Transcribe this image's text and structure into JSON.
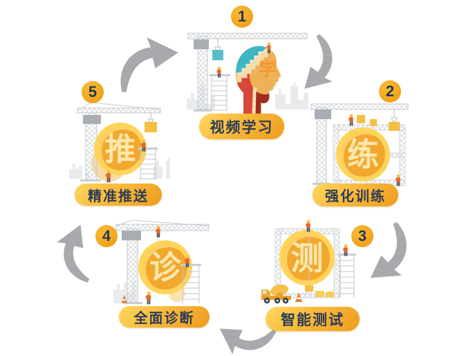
{
  "diagram": {
    "steps": [
      {
        "number": "1",
        "label": "视频学习",
        "coin_char": "学"
      },
      {
        "number": "2",
        "label": "强化训练",
        "coin_char": "练"
      },
      {
        "number": "3",
        "label": "智能测试",
        "coin_char": "测"
      },
      {
        "number": "4",
        "label": "全面诊断",
        "coin_char": "诊"
      },
      {
        "number": "5",
        "label": "精准推送",
        "coin_char": "推"
      }
    ],
    "colors": {
      "badge_orange": "#F2A51F",
      "number_navy": "#273852",
      "pill_yellow": "#FFD75F",
      "pill_orange": "#EE9C1E",
      "label_navy": "#2B3B58",
      "coin_outer_yellow": "#FFD45A",
      "coin_inner_orange": "#F2A72E",
      "coin_char_cream": "#FBE8AC",
      "arrow_gray": "#A9A9AD",
      "crane_gray": "#C7CBD0",
      "head_teal": "#41B6C3",
      "head_red": "#D6473A",
      "worker_orange": "#E8662A"
    },
    "icons": [
      "cycle-arrow",
      "tower-crane",
      "scaffold",
      "construction-worker",
      "coin",
      "head-profile",
      "mixer-truck",
      "traffic-cone",
      "city-skyline"
    ]
  }
}
